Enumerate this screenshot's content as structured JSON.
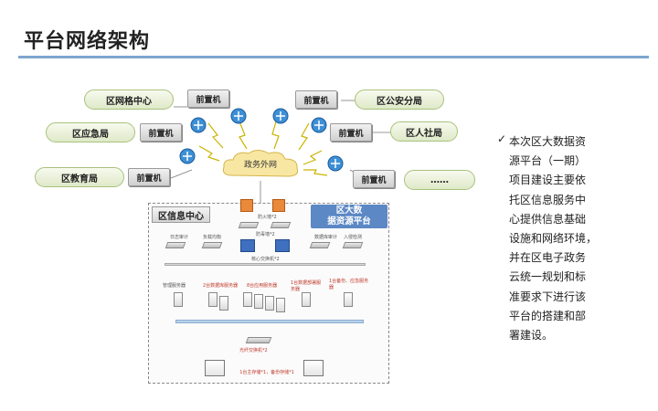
{
  "page": {
    "title": "平台网络架构"
  },
  "diagram": {
    "nodes": {
      "grid_center": "区网格中心",
      "public_security": "区公安分局",
      "emergency": "区应急局",
      "hr_social": "区人社局",
      "education": "区教育局",
      "more": "……"
    },
    "front_end_processor": "前置机",
    "external_network": "政务外网",
    "info_center": "区信息中心",
    "big_data_platform": [
      "区大数",
      "据资源平台"
    ],
    "small_labels": {
      "firewall": "防火墙*2",
      "log_audit": "日志审计",
      "load_balance": "负载均衡",
      "isolation": "防毒墙*2",
      "db_audit": "数据库审计",
      "intrusion": "入侵检测",
      "core_switch": "核心交换机*2",
      "mgmt_server": "管理服务器",
      "db_server": "2台数据库服务器",
      "app_server": "8台应用服务器",
      "deploy_server": "1台数据部署服务器",
      "backup_server": "1台备份、应急服务器",
      "fiber_switch": "光纤交换机*2",
      "storage": "1台主存储*1，备份存储*1"
    }
  },
  "description": {
    "lines": [
      "本次区大数据资",
      "源平台（一期）",
      "项目建设主要依",
      "托区信息服务中",
      "心提供信息基础",
      "设施和网络环境，",
      "并在区电子政务",
      "云统一规划和标",
      "准要求下进行该",
      "平台的搭建和部",
      "署建设。"
    ]
  },
  "colors": {
    "rule": "#7ea6cf",
    "platform": "#5c88c5",
    "firewall": "#e9893a",
    "core": "#3f6fbf"
  }
}
